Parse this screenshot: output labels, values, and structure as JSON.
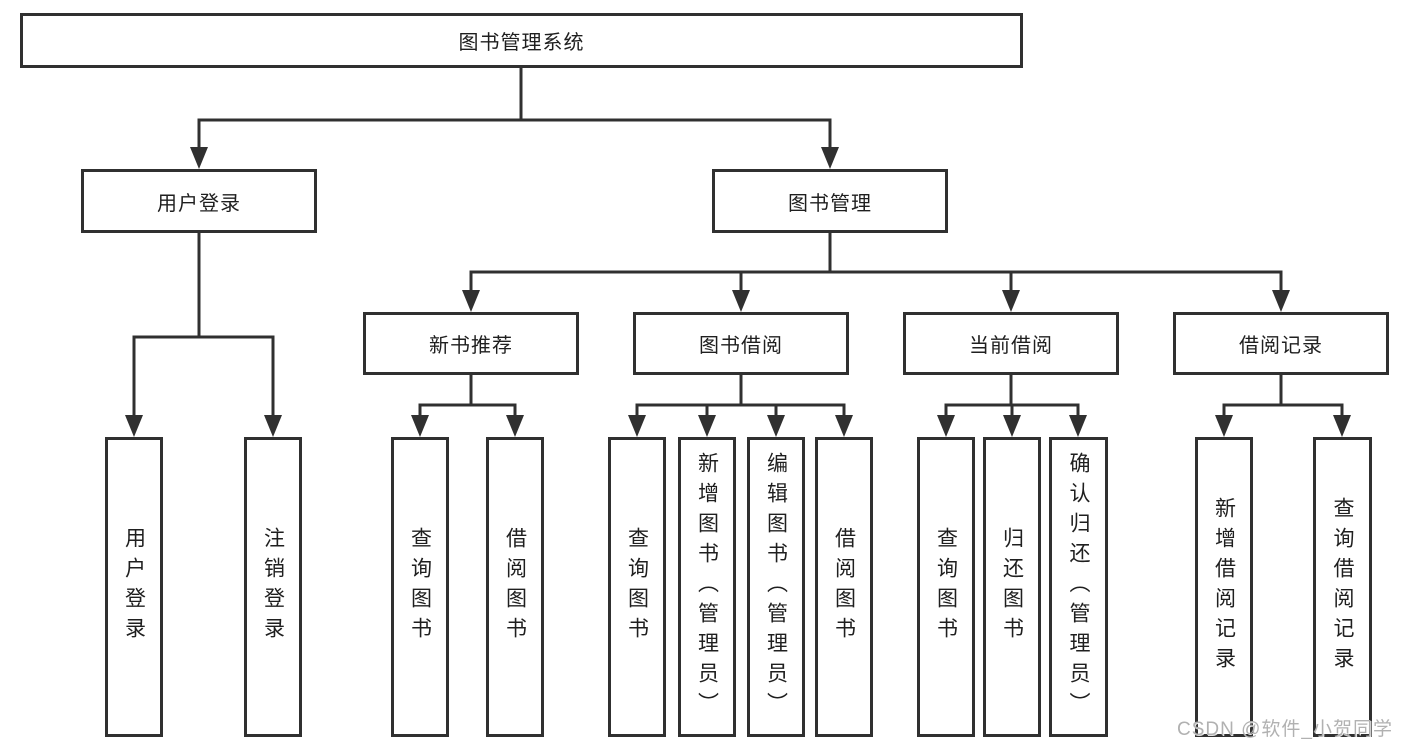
{
  "diagram": {
    "root": "图书管理系统",
    "level2": {
      "user_login": {
        "label": "用户登录",
        "children": {
          "login": "用户登录",
          "logout": "注销登录"
        }
      },
      "book_mgmt": {
        "label": "图书管理",
        "sections": {
          "new_book_rec": {
            "label": "新书推荐",
            "children": {
              "query_book": "查询图书",
              "borrow_book": "借阅图书"
            }
          },
          "book_borrow": {
            "label": "图书借阅",
            "children": {
              "query_book": "查询图书",
              "add_book": "新增图书（管理员）",
              "edit_book": "编辑图书（管理员）",
              "borrow_book": "借阅图书"
            }
          },
          "current_borrow": {
            "label": "当前借阅",
            "children": {
              "query_book": "查询图书",
              "return_book": "归还图书",
              "confirm_return": "确认归还（管理员）"
            }
          },
          "borrow_records": {
            "label": "借阅记录",
            "children": {
              "add_record": "新增借阅记录",
              "query_record": "查询借阅记录"
            }
          }
        }
      }
    }
  },
  "watermark": {
    "text": "CSDN @软件_小贺同学"
  },
  "colors": {
    "line": "#303030",
    "text": "#1f1f1f",
    "watermark": "#b1b1b1",
    "background": "#ffffff"
  }
}
